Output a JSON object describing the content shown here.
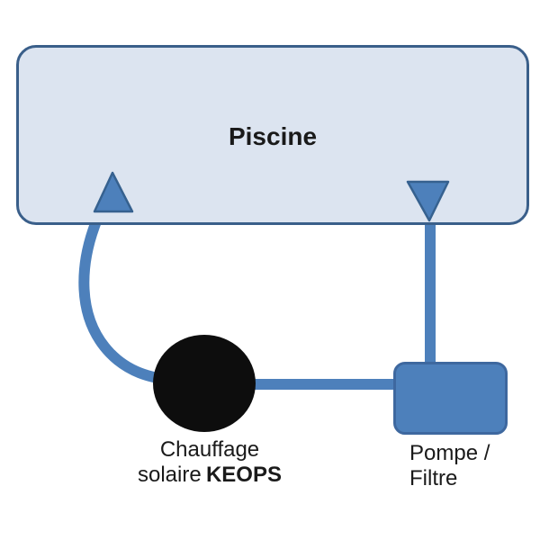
{
  "diagram": {
    "type": "flow-diagram",
    "pool": {
      "label": "Piscine"
    },
    "solar_heater": {
      "line1": "Chauffage",
      "line2_regular": "solaire",
      "line2_bold": "KEOPS"
    },
    "pump_filter": {
      "line1": "Pompe /",
      "line2": "Filtre"
    },
    "icons": {
      "up_arrow": "triangle-up",
      "down_arrow": "triangle-down"
    },
    "colors": {
      "pool_fill": "#dce4f0",
      "pool_border": "#3a5f8a",
      "pipe": "#4d80bb",
      "arrow_fill": "#4d80bb",
      "arrow_border": "#36618f",
      "pump_fill": "#4d80bb",
      "pump_border": "#3e689f",
      "heater_fill": "#0d0d0d",
      "label_text": "#1a1a1a"
    }
  }
}
